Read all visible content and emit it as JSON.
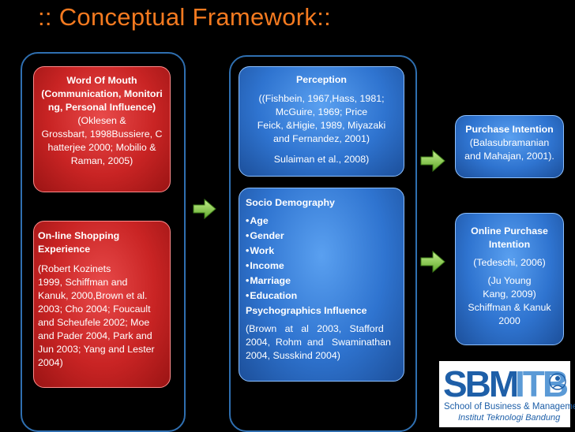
{
  "title": ":: Conceptual Framework::",
  "word_of_mouth": {
    "heading": "Word Of Mouth (Communication, Monitoring, Personal Influence)",
    "lines": [
      "Word Of Mouth",
      "(Communication, Monitori",
      "ng, Personal Influence)",
      "(Oklesen &",
      "Grossbart, 1998Bussiere, C",
      "hatterjee 2000; Mobilio &",
      "Raman, 2005)"
    ]
  },
  "online_shopping": {
    "heading_lines": [
      "On-line Shopping",
      "Experience"
    ],
    "body_lines": [
      "(Robert Kozinets",
      "1999,  Schiffman and",
      "Kanuk, 2000,Brown et al.",
      "2003; Cho 2004; Foucault",
      "and Scheufele 2002; Moe",
      "and Pader 2004, Park and",
      "Jun 2003; Yang and Lester",
      "2004)"
    ]
  },
  "perception": {
    "heading": "Perception",
    "body_lines": [
      "((Fishbein, 1967,Hass, 1981;",
      "McGuire, 1969; Price",
      "Feick, &Higie, 1989, Miyazaki",
      "and Fernandez, 2001)"
    ],
    "extra": "Sulaiman et al., 2008)"
  },
  "socio": {
    "heading": "Socio Demography",
    "items": [
      "Age",
      "Gender",
      "Work",
      "Income",
      "Marriage",
      "Education"
    ],
    "psycho": "Psychographics Influence",
    "refs": [
      "(Brown   at   al   2003,   Stafford",
      "2004,  Rohm  and   Swaminathan",
      "2004, Susskind 2004)"
    ]
  },
  "purchase_intention": {
    "heading": "Purchase Intention",
    "body_lines": [
      "(Balasubramanian",
      "and Mahajan, 2001)."
    ]
  },
  "online_purchase": {
    "heading_lines": [
      "Online Purchase",
      "Intention"
    ],
    "body_lines": [
      "(Tedeschi, 2006)",
      "(Ju Young",
      "Kang, 2009)",
      "Schiffman & Kanuk",
      "2000"
    ]
  },
  "logo": {
    "mark": "SBMITB",
    "line1": "School of Business & Management",
    "line2": "Institut Teknologi Bandung"
  },
  "colors": {
    "title": "#f47a20",
    "red_box": "#c92424",
    "blue_box": "#2f74d0",
    "arrow": "#8fd14f",
    "outline": "#2f6fb0"
  }
}
